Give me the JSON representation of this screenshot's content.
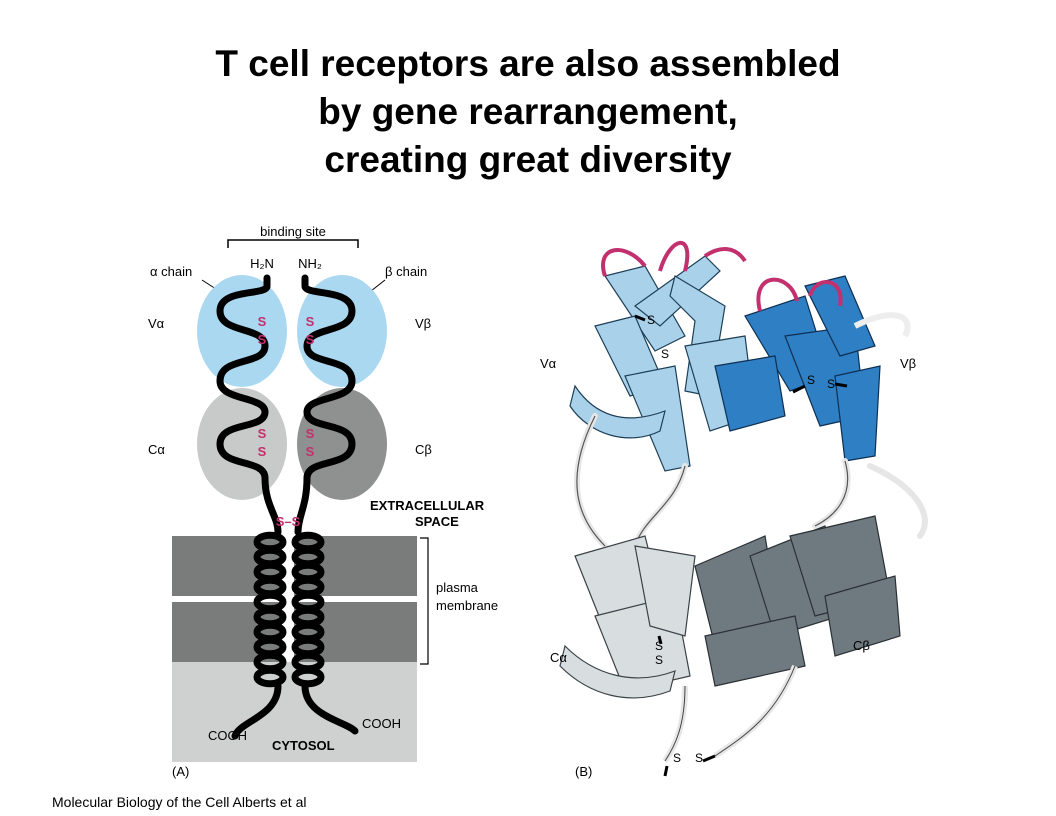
{
  "slide": {
    "title_lines": [
      "T cell receptors are also assembled",
      "by gene rearrangement,",
      "creating great diversity"
    ],
    "citation": "Molecular Biology of the Cell Alberts et al"
  },
  "panel_a": {
    "label": "(A)",
    "binding_site": "binding site",
    "h2n": "H₂N",
    "nh2": "NH₂",
    "alpha_chain": "α chain",
    "beta_chain": "β chain",
    "v_alpha": "Vα",
    "v_beta": "Vβ",
    "c_alpha": "Cα",
    "c_beta": "Cβ",
    "ss_bond": "S–S",
    "s": "S",
    "extracellular_line1": "EXTRACELLULAR",
    "extracellular_line2": "SPACE",
    "plasma_line1": "plasma",
    "plasma_line2": "membrane",
    "cooh_left": "COOH",
    "cooh_right": "COOH",
    "cytosol": "CYTOSOL"
  },
  "panel_b": {
    "label": "(B)",
    "v_alpha": "Vα",
    "v_beta": "Vβ",
    "c_alpha": "Cα",
    "c_beta": "Cβ",
    "s": "S"
  },
  "colors": {
    "variable_domain": "#a9d8f0",
    "constant_domain_alpha": "#c8cac9",
    "constant_domain_beta": "#8f9190",
    "membrane": "#7a7c7b",
    "cytosol": "#cfd1d0",
    "disulfide": "#c2306e",
    "ribbon_light_blue": "#a9d2ea",
    "ribbon_dark_blue": "#2f7fc4",
    "ribbon_loop": "#c2306e",
    "ribbon_grey_dark": "#6f7a80",
    "ribbon_grey_light": "#d8dde0"
  }
}
